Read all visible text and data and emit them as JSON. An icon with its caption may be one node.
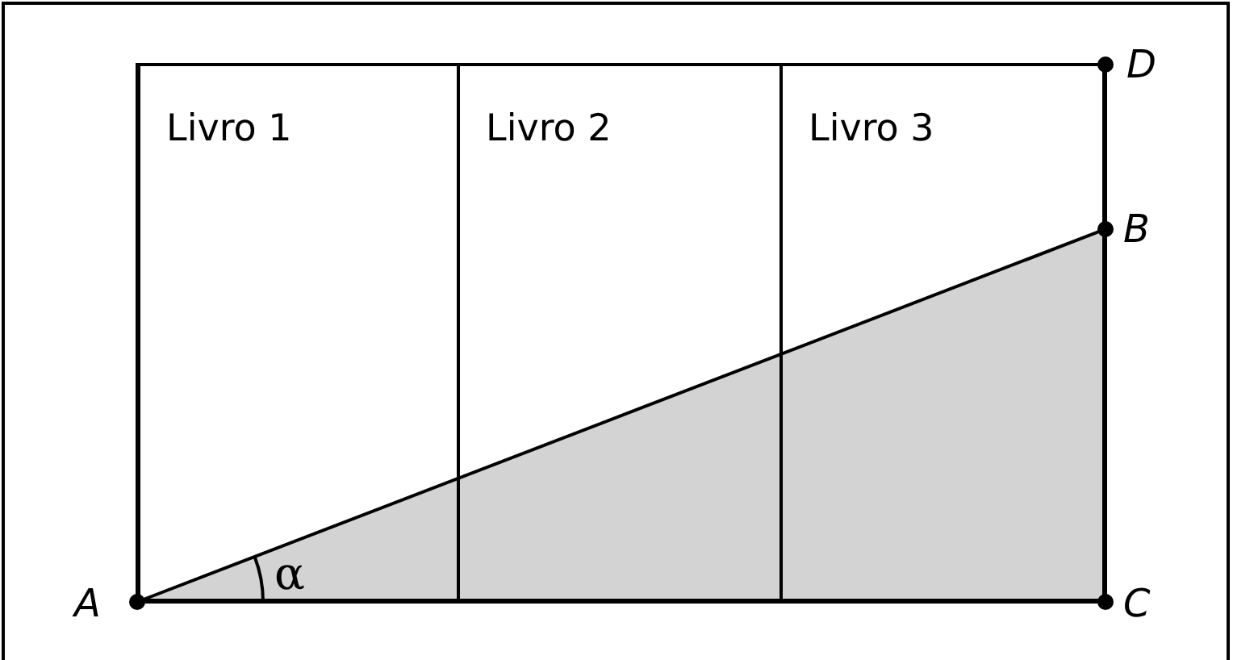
{
  "diagram": {
    "nodes": [
      {
        "text": [
          "Livro 1"
        ]
      },
      {
        "text": [
          "Livro 2"
        ]
      },
      {
        "text": [
          "Livro 3"
        ]
      }
    ],
    "labels": [
      "D",
      "B",
      "A",
      "α",
      "C"
    ]
  }
}
